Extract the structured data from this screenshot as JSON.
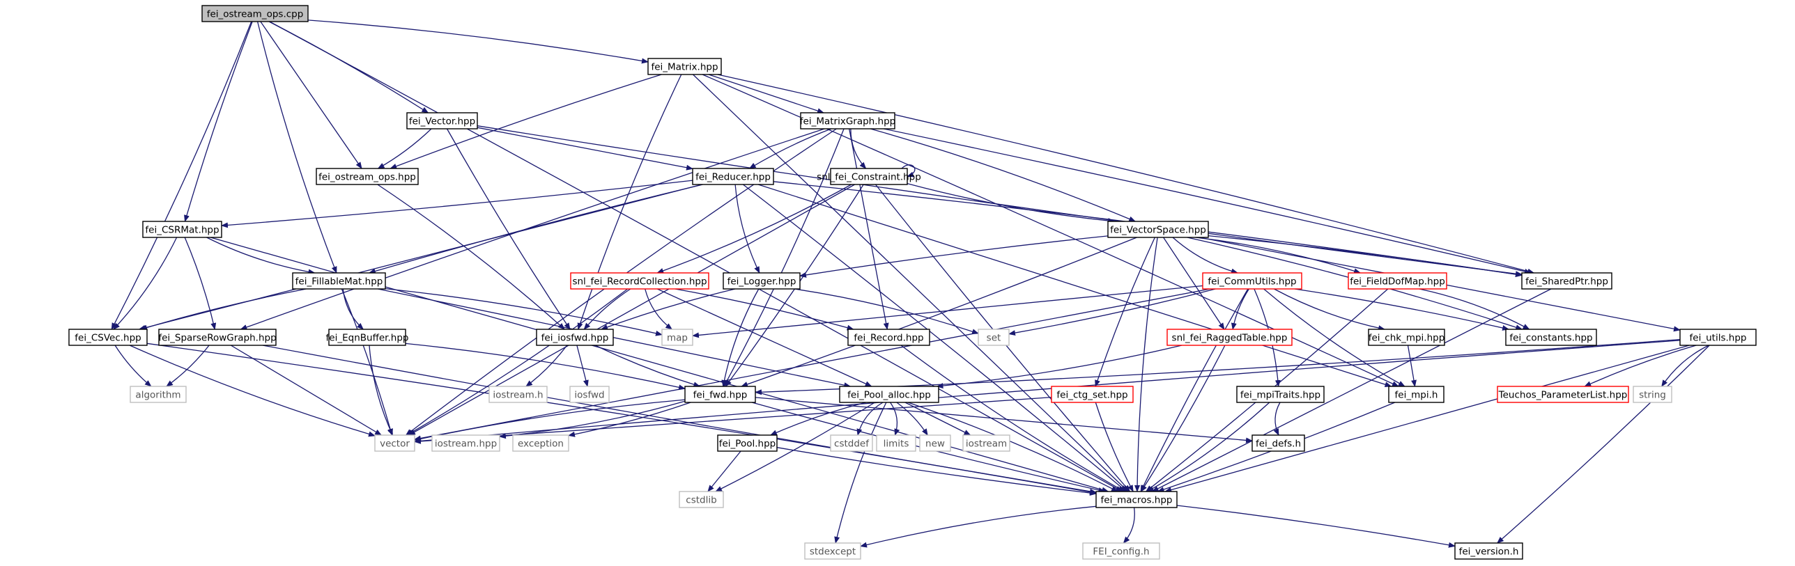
{
  "title": "fei_ostream_ops.cpp include dependency graph",
  "colors": {
    "edge": "#191970",
    "root_fill": "#bfbfbf",
    "default_border": "#000000",
    "missing_border": "#bfbfbf",
    "truncated_border": "#ff0000",
    "missing_text": "#555555"
  },
  "nodes": [
    {
      "id": "ostream_cpp",
      "label": "fei_ostream_ops.cpp",
      "kind": "root"
    },
    {
      "id": "matrix",
      "label": "fei_Matrix.hpp",
      "kind": "normal"
    },
    {
      "id": "matrixgraph",
      "label": "fei_MatrixGraph.hpp",
      "kind": "normal"
    },
    {
      "id": "vector_hpp",
      "label": "fei_Vector.hpp",
      "kind": "normal"
    },
    {
      "id": "ostream_hpp",
      "label": "fei_ostream_ops.hpp",
      "kind": "normal"
    },
    {
      "id": "reducer",
      "label": "fei_Reducer.hpp",
      "kind": "normal"
    },
    {
      "id": "constraint",
      "label": "snl_fei_Constraint.hpp",
      "kind": "normal"
    },
    {
      "id": "csrmat",
      "label": "fei_CSRMat.hpp",
      "kind": "normal"
    },
    {
      "id": "vectorspace",
      "label": "fei_VectorSpace.hpp",
      "kind": "normal"
    },
    {
      "id": "fillablemat",
      "label": "fei_FillableMat.hpp",
      "kind": "normal"
    },
    {
      "id": "recordcoll",
      "label": "snl_fei_RecordCollection.hpp",
      "kind": "truncated"
    },
    {
      "id": "logger",
      "label": "fei_Logger.hpp",
      "kind": "normal"
    },
    {
      "id": "commutils",
      "label": "fei_CommUtils.hpp",
      "kind": "truncated"
    },
    {
      "id": "fielddofmap",
      "label": "fei_FieldDofMap.hpp",
      "kind": "truncated"
    },
    {
      "id": "sharedptr",
      "label": "fei_SharedPtr.hpp",
      "kind": "normal"
    },
    {
      "id": "csvec",
      "label": "fei_CSVec.hpp",
      "kind": "normal"
    },
    {
      "id": "sparserowgraph",
      "label": "fei_SparseRowGraph.hpp",
      "kind": "normal"
    },
    {
      "id": "eqnbuffer",
      "label": "fei_EqnBuffer.hpp",
      "kind": "normal"
    },
    {
      "id": "map",
      "label": "map",
      "kind": "missing"
    },
    {
      "id": "iosfwd_hpp",
      "label": "fei_iosfwd.hpp",
      "kind": "normal"
    },
    {
      "id": "record",
      "label": "fei_Record.hpp",
      "kind": "normal"
    },
    {
      "id": "set",
      "label": "set",
      "kind": "missing"
    },
    {
      "id": "raggedtable",
      "label": "snl_fei_RaggedTable.hpp",
      "kind": "truncated"
    },
    {
      "id": "chkmpi",
      "label": "fei_chk_mpi.hpp",
      "kind": "normal"
    },
    {
      "id": "constants",
      "label": "fei_constants.hpp",
      "kind": "normal"
    },
    {
      "id": "utils",
      "label": "fei_utils.hpp",
      "kind": "normal"
    },
    {
      "id": "algorithm",
      "label": "algorithm",
      "kind": "missing"
    },
    {
      "id": "iostream_h",
      "label": "iostream.h",
      "kind": "missing"
    },
    {
      "id": "iosfwd",
      "label": "iosfwd",
      "kind": "missing"
    },
    {
      "id": "fwd",
      "label": "fei_fwd.hpp",
      "kind": "normal"
    },
    {
      "id": "poolalloc",
      "label": "fei_Pool_alloc.hpp",
      "kind": "normal"
    },
    {
      "id": "ctgset",
      "label": "fei_ctg_set.hpp",
      "kind": "truncated"
    },
    {
      "id": "mpitraits",
      "label": "fei_mpiTraits.hpp",
      "kind": "normal"
    },
    {
      "id": "mpi",
      "label": "fei_mpi.h",
      "kind": "normal"
    },
    {
      "id": "teuchos",
      "label": "Teuchos_ParameterList.hpp",
      "kind": "truncated"
    },
    {
      "id": "string",
      "label": "string",
      "kind": "missing"
    },
    {
      "id": "vector",
      "label": "vector",
      "kind": "missing"
    },
    {
      "id": "iostream_hpp",
      "label": "iostream.hpp",
      "kind": "missing"
    },
    {
      "id": "exception",
      "label": "exception",
      "kind": "missing"
    },
    {
      "id": "cstddef",
      "label": "cstddef",
      "kind": "missing"
    },
    {
      "id": "limits",
      "label": "limits",
      "kind": "missing"
    },
    {
      "id": "new",
      "label": "new",
      "kind": "missing"
    },
    {
      "id": "iostream",
      "label": "iostream",
      "kind": "missing"
    },
    {
      "id": "defs",
      "label": "fei_defs.h",
      "kind": "normal"
    },
    {
      "id": "pool",
      "label": "fei_Pool.hpp",
      "kind": "normal"
    },
    {
      "id": "cstdlib",
      "label": "cstdlib",
      "kind": "missing"
    },
    {
      "id": "macros",
      "label": "fei_macros.hpp",
      "kind": "normal"
    },
    {
      "id": "stdexcept",
      "label": "stdexcept",
      "kind": "missing"
    },
    {
      "id": "feiconfig",
      "label": "FEI_config.h",
      "kind": "missing"
    },
    {
      "id": "version",
      "label": "fei_version.h",
      "kind": "normal"
    }
  ],
  "edges": [
    [
      "ostream_cpp",
      "matrix"
    ],
    [
      "ostream_cpp",
      "vector_hpp"
    ],
    [
      "ostream_cpp",
      "ostream_hpp"
    ],
    [
      "ostream_cpp",
      "csrmat"
    ],
    [
      "ostream_cpp",
      "fillablemat"
    ],
    [
      "ostream_cpp",
      "csvec"
    ],
    [
      "ostream_cpp",
      "macros"
    ],
    [
      "matrix",
      "matrixgraph"
    ],
    [
      "matrix",
      "ostream_hpp"
    ],
    [
      "matrix",
      "iosfwd_hpp"
    ],
    [
      "matrix",
      "sharedptr"
    ],
    [
      "matrix",
      "mpi"
    ],
    [
      "matrix",
      "macros"
    ],
    [
      "matrixgraph",
      "reducer"
    ],
    [
      "matrixgraph",
      "constraint"
    ],
    [
      "matrixgraph",
      "vectorspace"
    ],
    [
      "matrixgraph",
      "sharedptr"
    ],
    [
      "matrixgraph",
      "record"
    ],
    [
      "matrixgraph",
      "sparserowgraph"
    ],
    [
      "matrixgraph",
      "vector"
    ],
    [
      "matrixgraph",
      "fwd"
    ],
    [
      "vector_hpp",
      "ostream_hpp"
    ],
    [
      "vector_hpp",
      "reducer"
    ],
    [
      "vector_hpp",
      "iosfwd_hpp"
    ],
    [
      "vector_hpp",
      "sharedptr"
    ],
    [
      "ostream_hpp",
      "iosfwd_hpp"
    ],
    [
      "reducer",
      "csrmat"
    ],
    [
      "reducer",
      "csvec"
    ],
    [
      "reducer",
      "fillablemat"
    ],
    [
      "reducer",
      "logger"
    ],
    [
      "reducer",
      "sharedptr"
    ],
    [
      "reducer",
      "macros"
    ],
    [
      "reducer",
      "mpi"
    ],
    [
      "constraint",
      "constraint"
    ],
    [
      "constraint",
      "vectorspace"
    ],
    [
      "constraint",
      "recordcoll"
    ],
    [
      "constraint",
      "fwd"
    ],
    [
      "constraint",
      "vector"
    ],
    [
      "constraint",
      "macros"
    ],
    [
      "csrmat",
      "fillablemat"
    ],
    [
      "csrmat",
      "csvec"
    ],
    [
      "csrmat",
      "sparserowgraph"
    ],
    [
      "csrmat",
      "macros"
    ],
    [
      "vectorspace",
      "logger"
    ],
    [
      "vectorspace",
      "commutils"
    ],
    [
      "vectorspace",
      "fielddofmap"
    ],
    [
      "vectorspace",
      "sharedptr"
    ],
    [
      "vectorspace",
      "raggedtable"
    ],
    [
      "vectorspace",
      "ctgset"
    ],
    [
      "vectorspace",
      "macros"
    ],
    [
      "vectorspace",
      "constants"
    ],
    [
      "vectorspace",
      "fwd"
    ],
    [
      "vectorspace",
      "utils"
    ],
    [
      "fillablemat",
      "csvec"
    ],
    [
      "fillablemat",
      "eqnbuffer"
    ],
    [
      "fillablemat",
      "map"
    ],
    [
      "fillablemat",
      "vector"
    ],
    [
      "fillablemat",
      "poolalloc"
    ],
    [
      "recordcoll",
      "iosfwd_hpp"
    ],
    [
      "recordcoll",
      "map"
    ],
    [
      "recordcoll",
      "vector"
    ],
    [
      "recordcoll",
      "record"
    ],
    [
      "recordcoll",
      "poolalloc"
    ],
    [
      "logger",
      "iosfwd_hpp"
    ],
    [
      "logger",
      "fwd"
    ],
    [
      "logger",
      "set"
    ],
    [
      "commutils",
      "set"
    ],
    [
      "commutils",
      "map"
    ],
    [
      "commutils",
      "raggedtable"
    ],
    [
      "commutils",
      "chkmpi"
    ],
    [
      "commutils",
      "mpitraits"
    ],
    [
      "commutils",
      "constants"
    ],
    [
      "commutils",
      "vector"
    ],
    [
      "commutils",
      "macros"
    ],
    [
      "commutils",
      "mpi"
    ],
    [
      "fielddofmap",
      "constants"
    ],
    [
      "fielddofmap",
      "macros"
    ],
    [
      "sharedptr",
      "macros"
    ],
    [
      "csvec",
      "algorithm"
    ],
    [
      "csvec",
      "vector"
    ],
    [
      "csvec",
      "macros"
    ],
    [
      "sparserowgraph",
      "algorithm"
    ],
    [
      "sparserowgraph",
      "vector"
    ],
    [
      "sparserowgraph",
      "macros"
    ],
    [
      "eqnbuffer",
      "vector"
    ],
    [
      "eqnbuffer",
      "fwd"
    ],
    [
      "iosfwd_hpp",
      "iostream_h"
    ],
    [
      "iosfwd_hpp",
      "iosfwd"
    ],
    [
      "iosfwd_hpp",
      "fwd"
    ],
    [
      "record",
      "macros"
    ],
    [
      "raggedtable",
      "poolalloc"
    ],
    [
      "raggedtable",
      "macros"
    ],
    [
      "chkmpi",
      "mpi"
    ],
    [
      "utils",
      "teuchos"
    ],
    [
      "utils",
      "string"
    ],
    [
      "utils",
      "fwd"
    ],
    [
      "utils",
      "version"
    ],
    [
      "utils",
      "macros"
    ],
    [
      "utils",
      "vector"
    ],
    [
      "fwd",
      "vector"
    ],
    [
      "fwd",
      "iostream_hpp"
    ],
    [
      "fwd",
      "exception"
    ],
    [
      "fwd",
      "defs"
    ],
    [
      "fwd",
      "macros"
    ],
    [
      "poolalloc",
      "cstddef"
    ],
    [
      "poolalloc",
      "limits"
    ],
    [
      "poolalloc",
      "new"
    ],
    [
      "poolalloc",
      "iostream"
    ],
    [
      "poolalloc",
      "pool"
    ],
    [
      "poolalloc",
      "stdexcept"
    ],
    [
      "poolalloc",
      "macros"
    ],
    [
      "poolalloc",
      "cstdlib"
    ],
    [
      "ctgset",
      "vector"
    ],
    [
      "ctgset",
      "macros"
    ],
    [
      "mpitraits",
      "defs"
    ],
    [
      "mpitraits",
      "macros"
    ],
    [
      "mpi",
      "macros"
    ],
    [
      "pool",
      "cstdlib"
    ],
    [
      "pool",
      "macros"
    ],
    [
      "macros",
      "stdexcept"
    ],
    [
      "macros",
      "feiconfig"
    ],
    [
      "macros",
      "version"
    ]
  ]
}
